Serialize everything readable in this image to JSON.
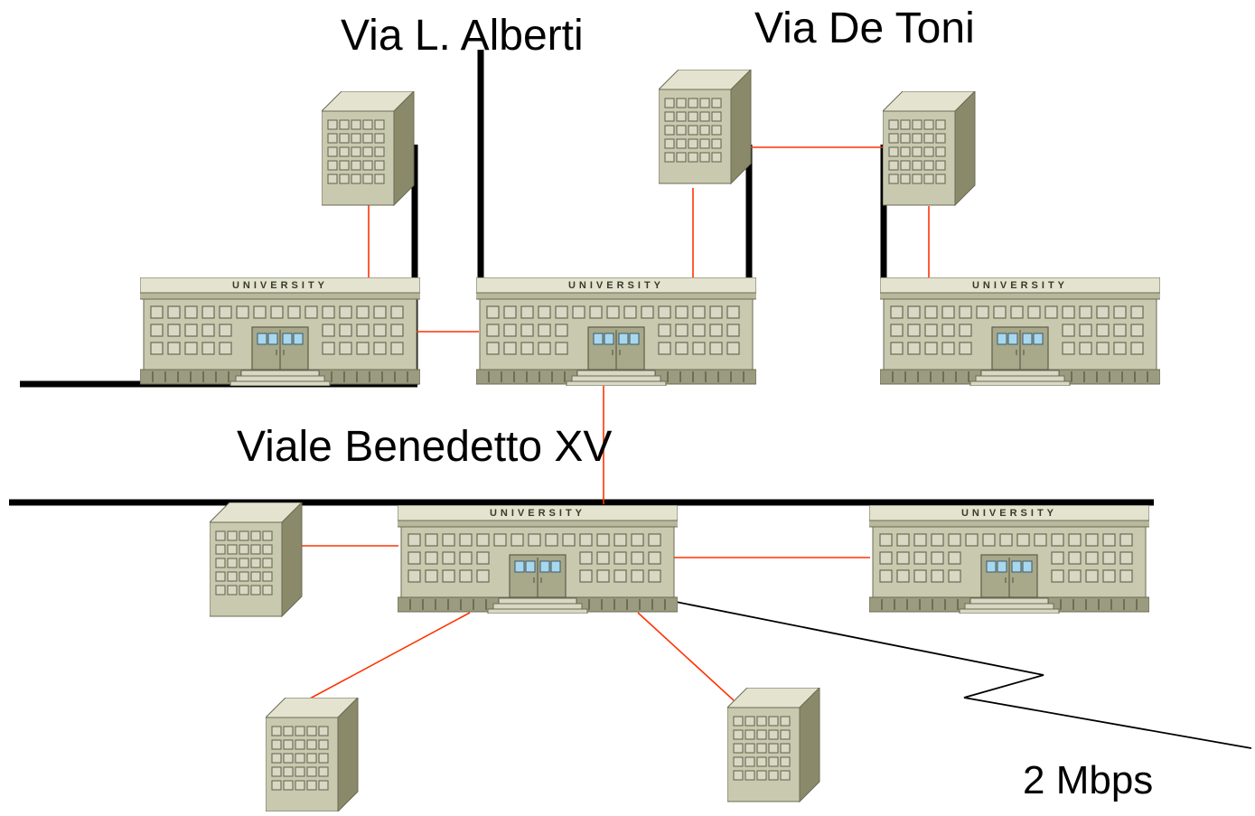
{
  "streets": {
    "via_alberti": "Via L. Alberti",
    "via_de_toni": "Via De Toni",
    "viale_benedetto": "Viale Benedetto XV"
  },
  "university_sign": "UNIVERSITY",
  "wan_link": {
    "label": "2 Mbps"
  },
  "colors": {
    "building_face": "#c9c9b0",
    "building_side": "#8a8a6a",
    "building_top": "#e3e3cf",
    "window_glass": "#a8d8ef",
    "lan_link": "#ff3300",
    "road": "#000000"
  },
  "icons": [
    "university-building-icon",
    "office-tower-icon"
  ]
}
